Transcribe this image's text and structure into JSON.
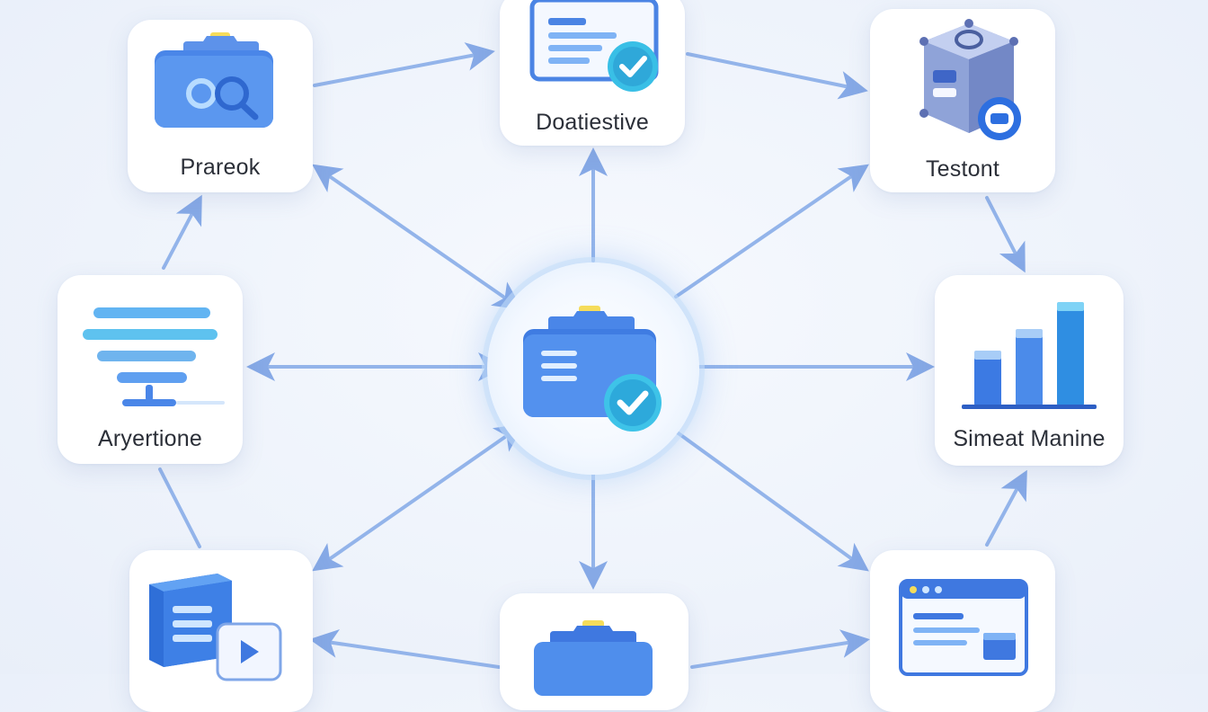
{
  "nodes": {
    "top_left": {
      "label": "Prareok",
      "icon": "folder-search-icon"
    },
    "top_center": {
      "label": "Doatiestive",
      "icon": "document-check-icon"
    },
    "top_right": {
      "label": "Testont",
      "icon": "cube-module-icon"
    },
    "middle_left": {
      "label": "Aryertione",
      "icon": "funnel-lines-icon"
    },
    "middle_right": {
      "label": "Simeat Manine",
      "icon": "bar-chart-icon"
    },
    "bottom_left": {
      "label": "",
      "icon": "server-play-icon"
    },
    "bottom_center": {
      "label": "",
      "icon": "folder-icon"
    },
    "bottom_right": {
      "label": "",
      "icon": "browser-window-icon"
    },
    "hub": {
      "label": "",
      "icon": "folder-check-icon"
    }
  },
  "colors": {
    "arrow": "#8fb1e8",
    "icon_dark": "#3f78e0",
    "icon_light": "#7fb3f5",
    "check": "#3ec3e8",
    "tab": "#f5dc5a"
  }
}
